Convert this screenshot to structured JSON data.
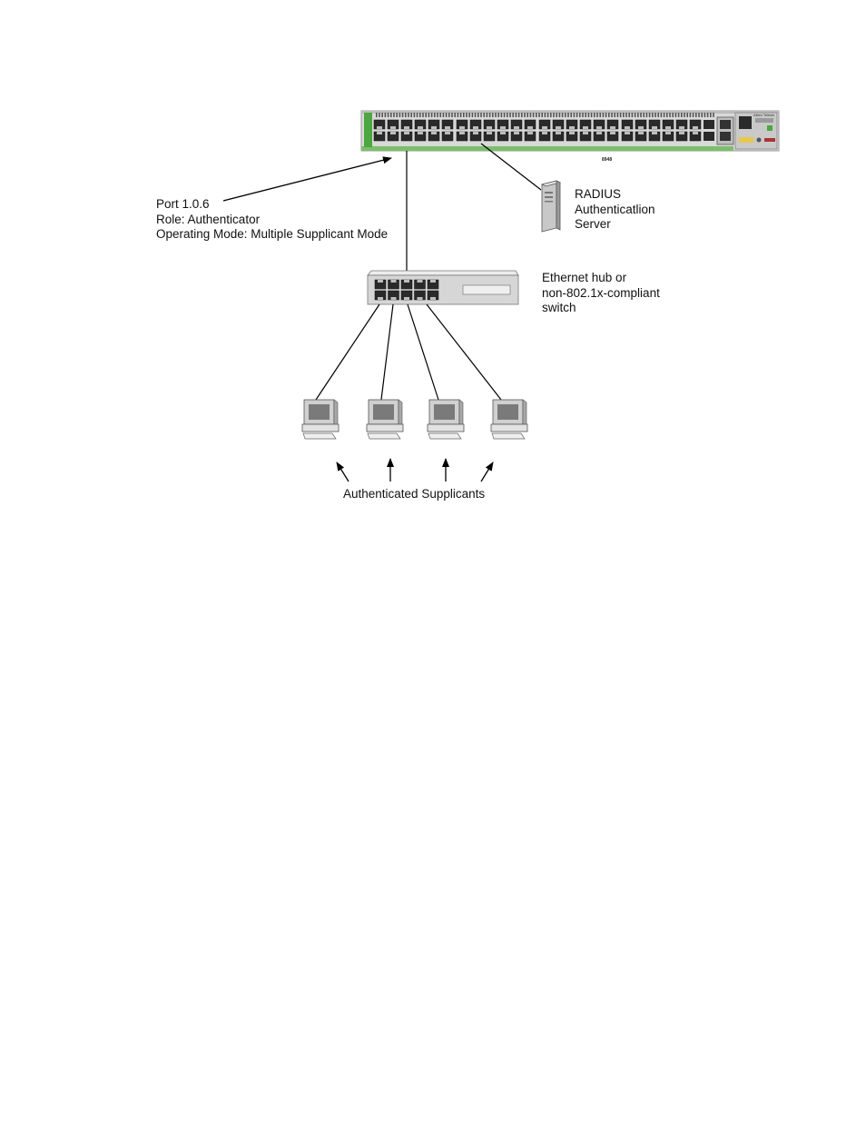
{
  "port_label": {
    "line1": "Port 1.0.6",
    "line2": "Role: Authenticator",
    "line3": "Operating Mode: Multiple Supplicant Mode"
  },
  "radius_label": {
    "line1": "RADIUS",
    "line2": "Authenticatlion",
    "line3": "Server"
  },
  "hub_label": {
    "line1": "Ethernet hub or",
    "line2": "non-802.1x-compliant",
    "line3": "switch"
  },
  "supplicants_label": "Authenticated Supplicants",
  "switch_model_text": "8948",
  "switch_brand_text": "Allied Telesis",
  "colors": {
    "switch_body": "#dcdcdc",
    "switch_accent_green": "#4aa83e",
    "port_dark": "#2a2a2a",
    "line": "#000000"
  }
}
